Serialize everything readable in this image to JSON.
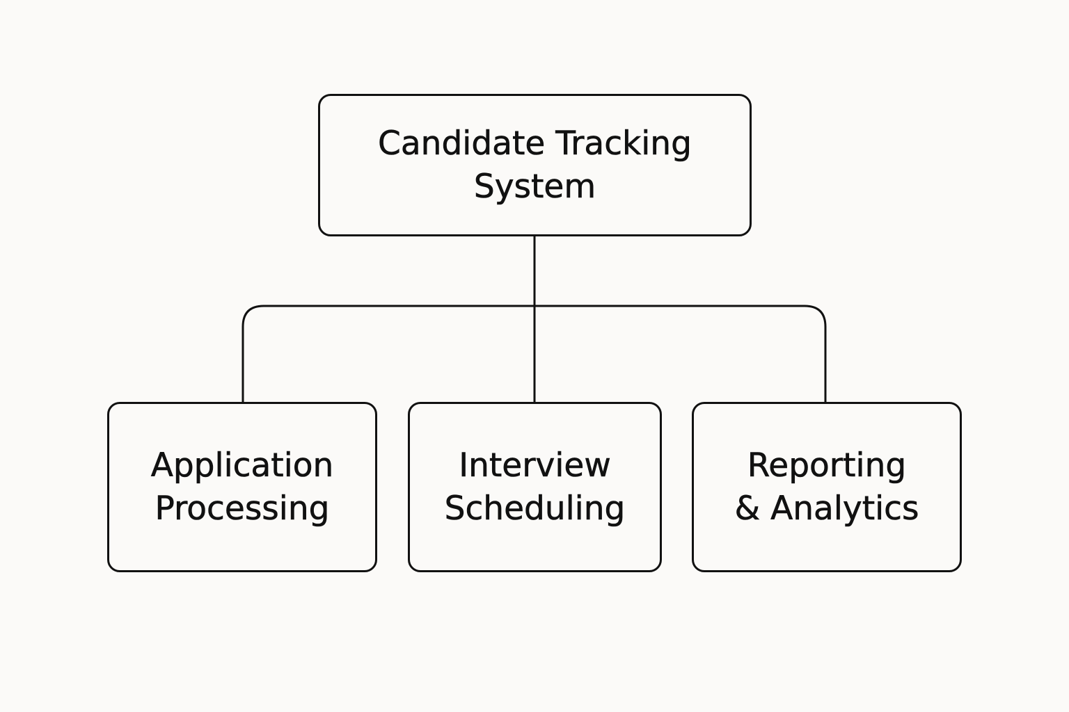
{
  "diagram": {
    "root": {
      "label": "Candidate Tracking\nSystem"
    },
    "children": [
      {
        "label": "Application\nProcessing"
      },
      {
        "label": "Interview\nScheduling"
      },
      {
        "label": "Reporting\n& Analytics"
      }
    ]
  },
  "colors": {
    "background": "#fbfaf8",
    "stroke": "#111111",
    "text": "#111111"
  }
}
